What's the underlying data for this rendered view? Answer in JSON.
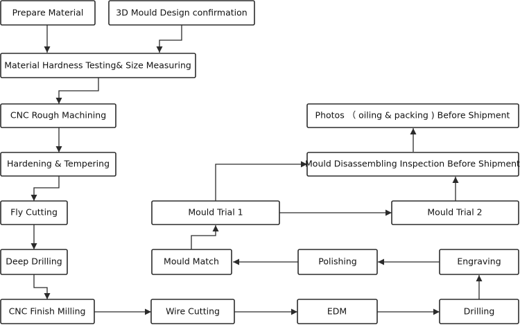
{
  "title": "",
  "nodes": {
    "prepare_material": "Prepare Material",
    "mould_design": "3D Mould Design confirmation",
    "hardness_testing": "Material Hardness Testing& Size Measuring",
    "cnc_rough": "CNC Rough Machining",
    "hardening": "Hardening & Tempering",
    "fly_cutting": "Fly Cutting",
    "deep_drilling": "Deep Drilling",
    "cnc_finish": "CNC Finish Milling",
    "wire_cutting": "Wire Cutting",
    "edm": "EDM",
    "drilling": "Drilling",
    "engraving": "Engraving",
    "polishing": "Polishing",
    "mould_match": "Mould Match",
    "mould_trial_1": "Mould Trial 1",
    "mould_trial_2": "Mould Trial 2",
    "disassembling": "Mould Disassembling Inspection Before Shipment",
    "photos": "Photos （ oiling & packing ) Before Shipment"
  }
}
